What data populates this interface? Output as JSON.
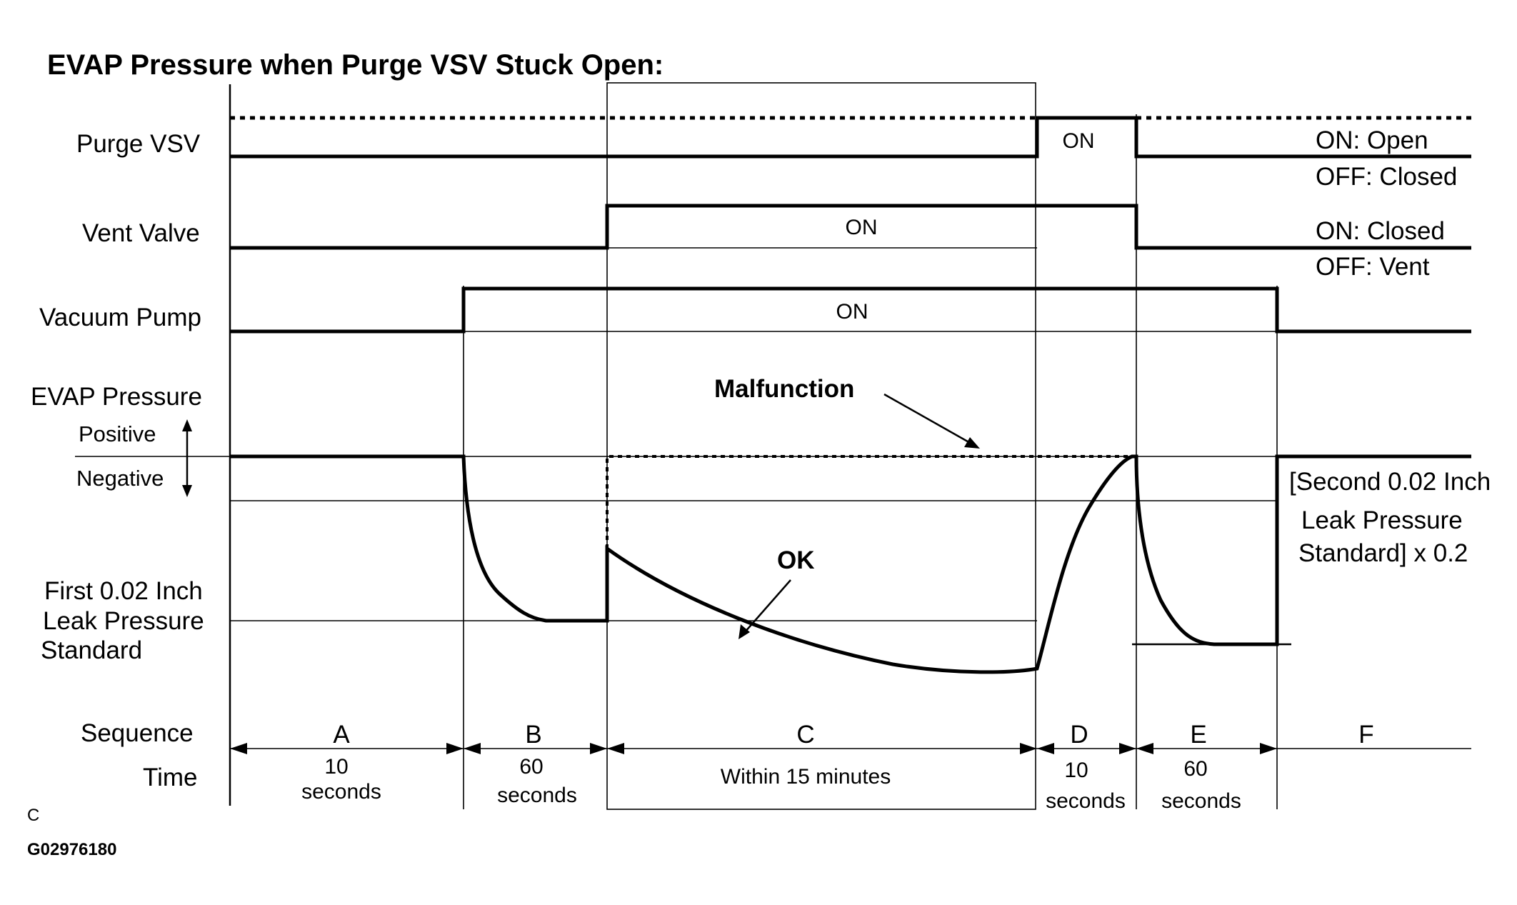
{
  "title": "EVAP Pressure when Purge VSV Stuck Open:",
  "signals": {
    "purge_vsv": "Purge VSV",
    "vent_valve": "Vent Valve",
    "vacuum_pump": "Vacuum Pump",
    "evap_pressure": "EVAP Pressure",
    "positive": "Positive",
    "negative": "Negative"
  },
  "states": {
    "purge_on": "ON: Open",
    "purge_off": "OFF: Closed",
    "vent_on": "ON: Closed",
    "vent_off": "OFF: Vent"
  },
  "on_labels": {
    "purge": "ON",
    "vent": "ON",
    "pump": "ON"
  },
  "annotations": {
    "malfunction": "Malfunction",
    "ok": "OK",
    "first_standard": [
      "First 0.02 Inch",
      "Leak Pressure",
      "Standard"
    ],
    "second_standard": [
      "[Second 0.02 Inch",
      "Leak Pressure",
      "Standard] x 0.2"
    ]
  },
  "sequence_label": "Sequence",
  "time_label": "Time",
  "sequence": [
    {
      "id": "A",
      "time": [
        "10",
        "seconds"
      ]
    },
    {
      "id": "B",
      "time": [
        "60",
        "seconds"
      ]
    },
    {
      "id": "C",
      "time": [
        "Within 15 minutes"
      ]
    },
    {
      "id": "D",
      "time": [
        "10",
        "seconds"
      ]
    },
    {
      "id": "E",
      "time": [
        "60",
        "seconds"
      ]
    },
    {
      "id": "F",
      "time": []
    }
  ],
  "footer": {
    "letter": "C",
    "code": "G02976180"
  }
}
